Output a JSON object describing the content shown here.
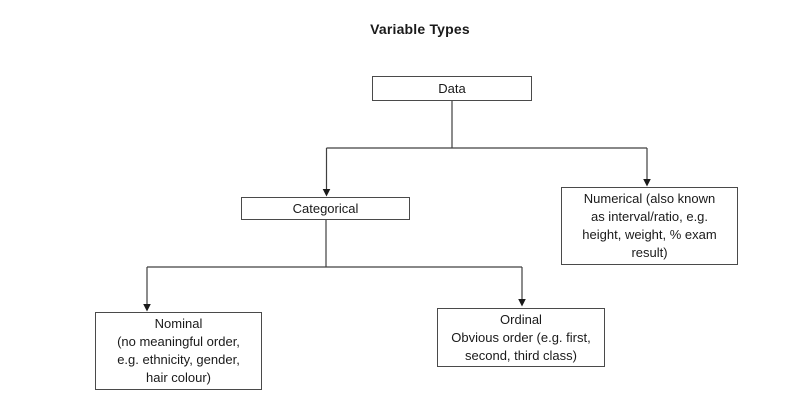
{
  "title": "Variable Types",
  "nodes": {
    "data": {
      "label": "Data"
    },
    "categorical": {
      "label": "Categorical"
    },
    "numerical": {
      "lines": [
        "Numerical (also known",
        "as interval/ratio, e.g.",
        "height, weight, % exam",
        "result)"
      ]
    },
    "nominal": {
      "lines": [
        "Nominal",
        "(no meaningful order,",
        "e.g. ethnicity, gender,",
        "hair colour)"
      ]
    },
    "ordinal": {
      "lines": [
        "Ordinal",
        "Obvious order (e.g. first,",
        "second, third class)"
      ]
    }
  },
  "edges": [
    {
      "from": "Data",
      "to": "Categorical"
    },
    {
      "from": "Data",
      "to": "Numerical"
    },
    {
      "from": "Categorical",
      "to": "Nominal"
    },
    {
      "from": "Categorical",
      "to": "Ordinal"
    }
  ],
  "colors": {
    "background": "#ffffff",
    "box_border": "#4a4a4a",
    "connector_line": "#404040",
    "arrowhead": "#1a1a1a",
    "text": "#1a1a1a"
  }
}
